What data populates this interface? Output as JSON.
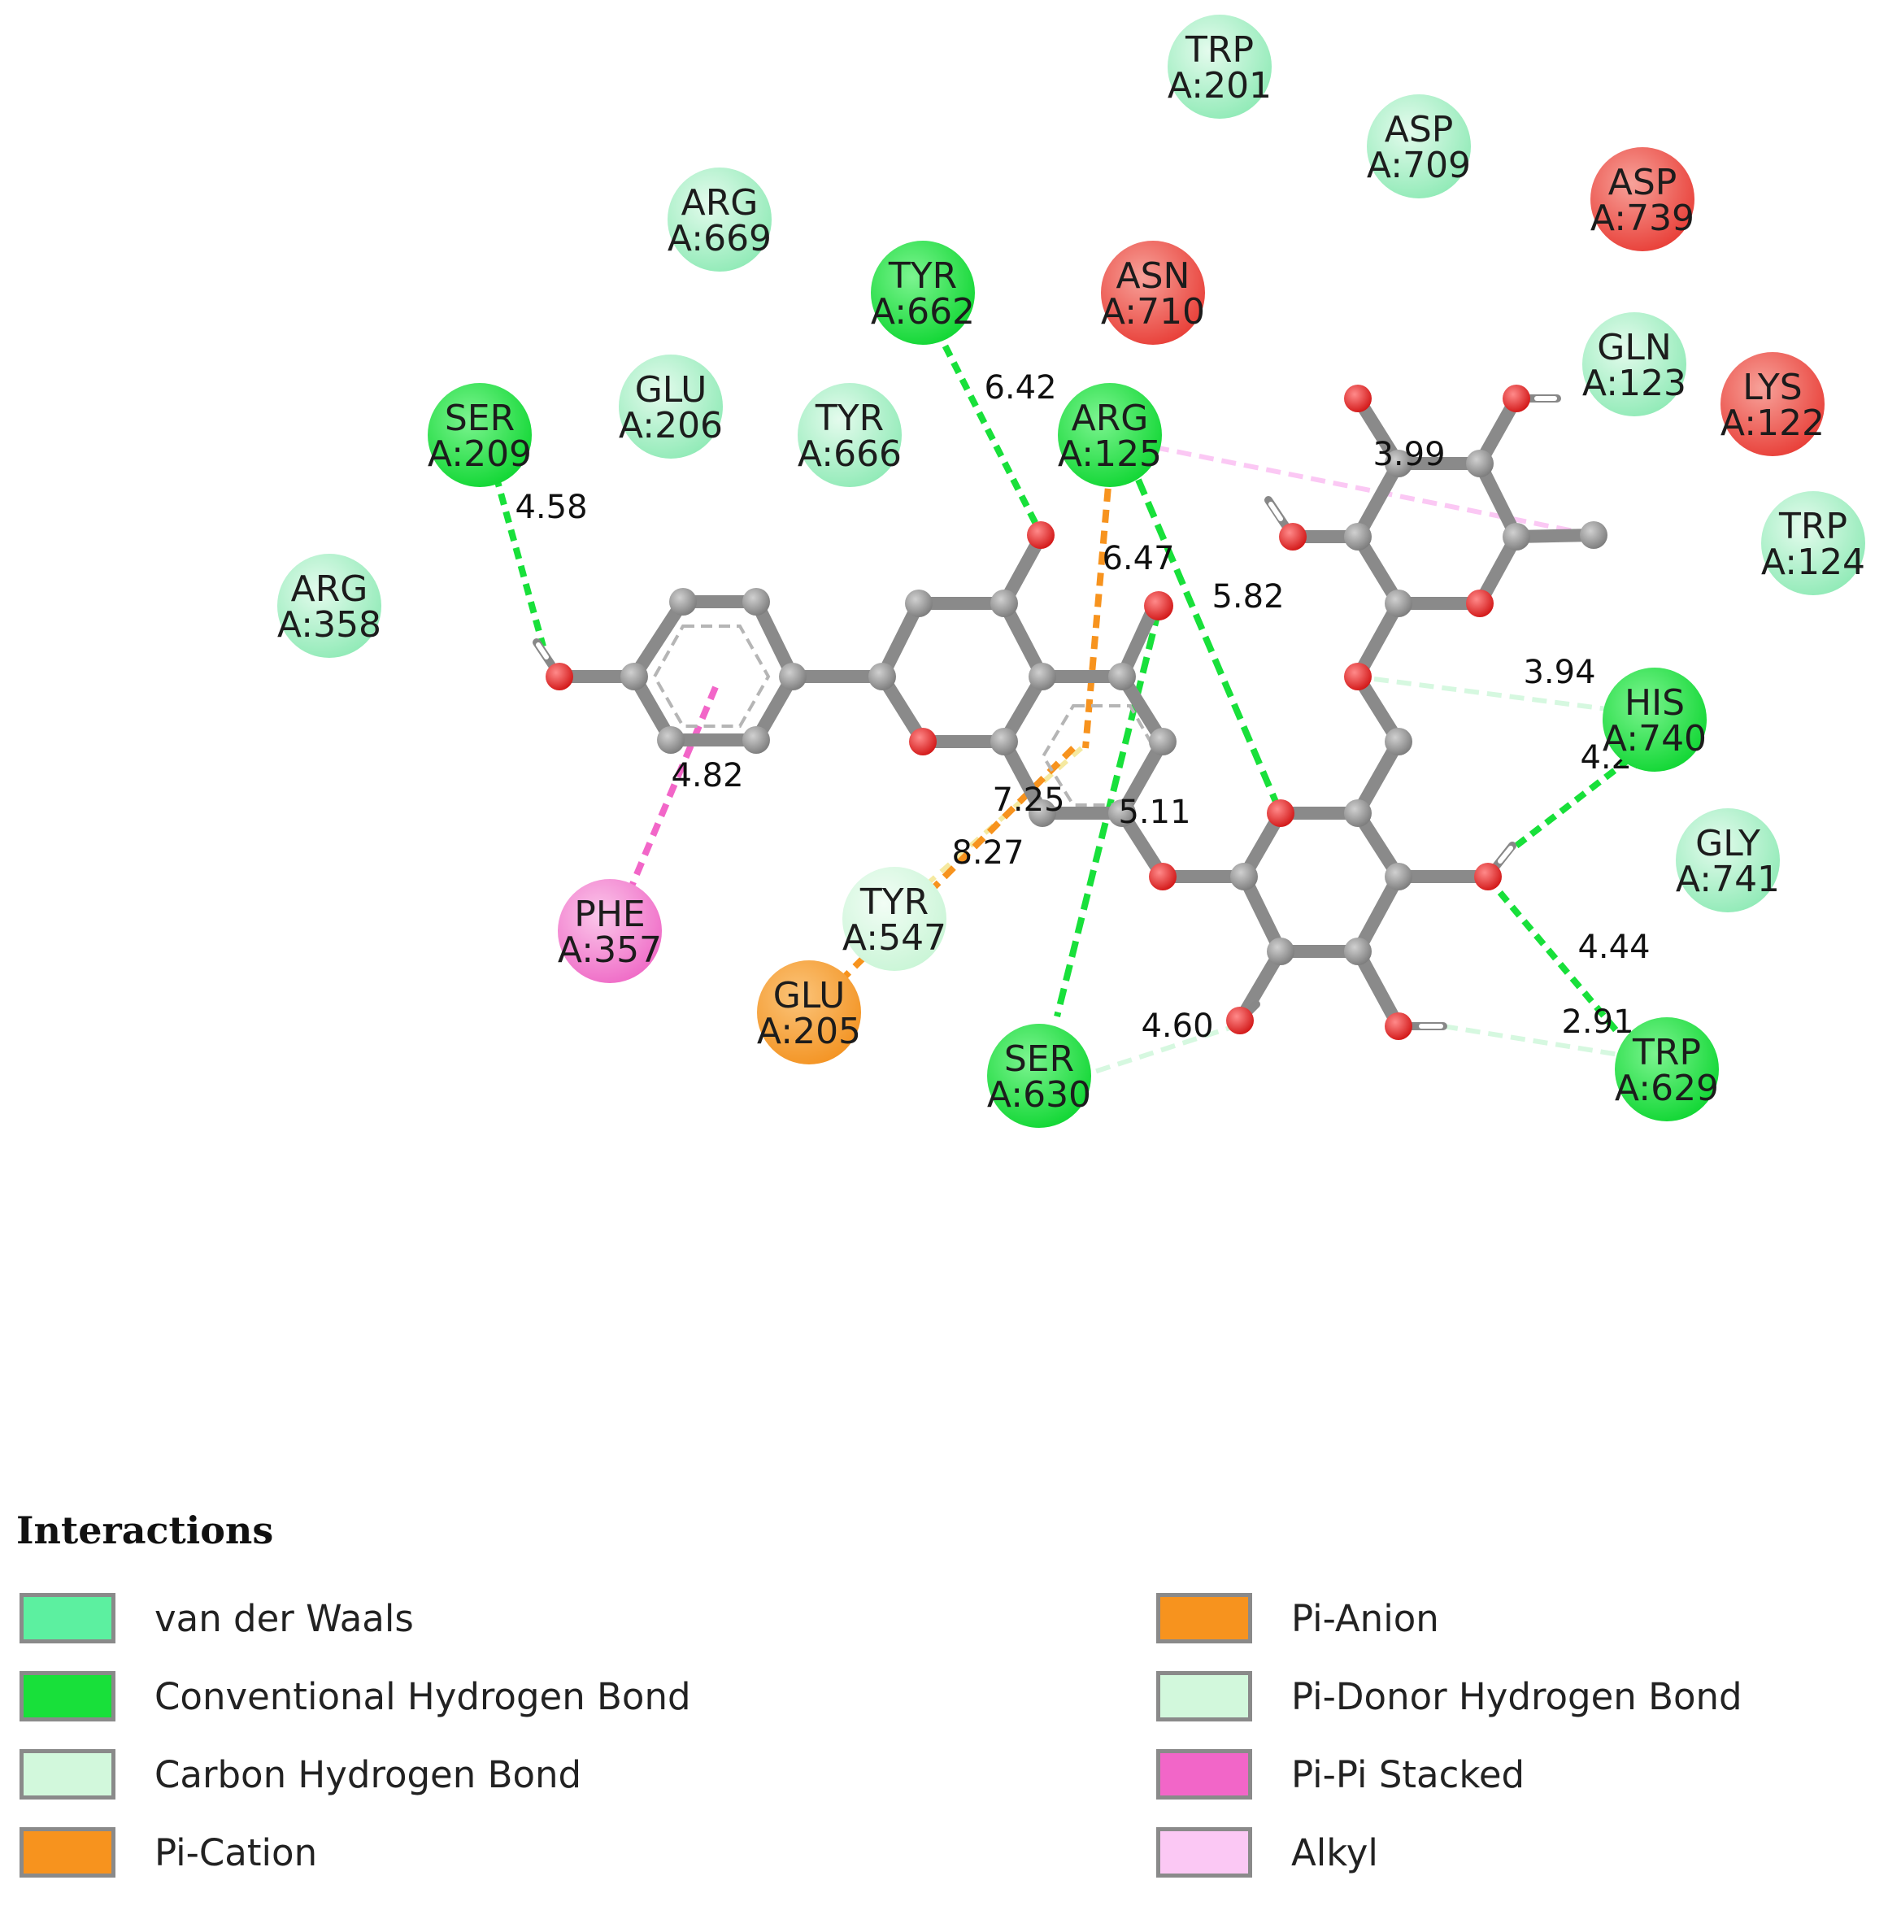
{
  "colors": {
    "van_der_waals": "#a8f0c4",
    "conventional_hbond": "#18e03a",
    "carbon_hbond": "#d6f8e0",
    "pi_cation": "#f7931e",
    "pi_donor_hbond": "#d6f8e0",
    "pi_pi_stacked": "#f266c8",
    "alkyl": "#fbc8f4",
    "unfavorable": "#f0524a",
    "atom_carbon": "#8a8a8a",
    "atom_oxygen": "#e01e1e",
    "atom_hydrogen": "#ffffff"
  },
  "residues": [
    {
      "id": "trp201",
      "name": "TRP",
      "chain_pos": "A:201",
      "type": "van_der_waals"
    },
    {
      "id": "asp709",
      "name": "ASP",
      "chain_pos": "A:709",
      "type": "van_der_waals"
    },
    {
      "id": "asp739",
      "name": "ASP",
      "chain_pos": "A:739",
      "type": "unfavorable"
    },
    {
      "id": "arg669",
      "name": "ARG",
      "chain_pos": "A:669",
      "type": "van_der_waals"
    },
    {
      "id": "tyr662",
      "name": "TYR",
      "chain_pos": "A:662",
      "type": "conventional_hbond"
    },
    {
      "id": "asn710",
      "name": "ASN",
      "chain_pos": "A:710",
      "type": "unfavorable"
    },
    {
      "id": "gln123",
      "name": "GLN",
      "chain_pos": "A:123",
      "type": "van_der_waals"
    },
    {
      "id": "lys122",
      "name": "LYS",
      "chain_pos": "A:122",
      "type": "unfavorable"
    },
    {
      "id": "ser209",
      "name": "SER",
      "chain_pos": "A:209",
      "type": "conventional_hbond"
    },
    {
      "id": "glu206",
      "name": "GLU",
      "chain_pos": "A:206",
      "type": "van_der_waals"
    },
    {
      "id": "tyr666",
      "name": "TYR",
      "chain_pos": "A:666",
      "type": "van_der_waals"
    },
    {
      "id": "arg125",
      "name": "ARG",
      "chain_pos": "A:125",
      "type": "conventional_hbond"
    },
    {
      "id": "trp124",
      "name": "TRP",
      "chain_pos": "A:124",
      "type": "van_der_waals"
    },
    {
      "id": "arg358",
      "name": "ARG",
      "chain_pos": "A:358",
      "type": "van_der_waals"
    },
    {
      "id": "his740",
      "name": "HIS",
      "chain_pos": "A:740",
      "type": "conventional_hbond"
    },
    {
      "id": "gly741",
      "name": "GLY",
      "chain_pos": "A:741",
      "type": "van_der_waals"
    },
    {
      "id": "phe357",
      "name": "PHE",
      "chain_pos": "A:357",
      "type": "pi_pi_stacked"
    },
    {
      "id": "tyr547",
      "name": "TYR",
      "chain_pos": "A:547",
      "type": "carbon_hbond"
    },
    {
      "id": "glu205",
      "name": "GLU",
      "chain_pos": "A:205",
      "type": "pi_cation"
    },
    {
      "id": "ser630",
      "name": "SER",
      "chain_pos": "A:630",
      "type": "conventional_hbond"
    },
    {
      "id": "trp629",
      "name": "TRP",
      "chain_pos": "A:629",
      "type": "conventional_hbond"
    }
  ],
  "distances": [
    {
      "id": "d642",
      "value": "6.42",
      "type": "conventional_hbond"
    },
    {
      "id": "d458",
      "value": "4.58",
      "type": "conventional_hbond"
    },
    {
      "id": "d647",
      "value": "6.47",
      "type": "pi_cation"
    },
    {
      "id": "d582",
      "value": "5.82",
      "type": "conventional_hbond"
    },
    {
      "id": "d399",
      "value": "3.99",
      "type": "alkyl"
    },
    {
      "id": "d394",
      "value": "3.94",
      "type": "carbon_hbond"
    },
    {
      "id": "d421",
      "value": "4.21",
      "type": "conventional_hbond"
    },
    {
      "id": "d482",
      "value": "4.82",
      "type": "pi_pi_stacked"
    },
    {
      "id": "d725",
      "value": "7.25",
      "type": "pi_donor_hbond"
    },
    {
      "id": "d511",
      "value": "5.11",
      "type": "conventional_hbond"
    },
    {
      "id": "d827",
      "value": "8.27",
      "type": "pi_cation"
    },
    {
      "id": "d444",
      "value": "4.44",
      "type": "conventional_hbond"
    },
    {
      "id": "d291",
      "value": "2.91",
      "type": "carbon_hbond"
    },
    {
      "id": "d460",
      "value": "4.60",
      "type": "carbon_hbond"
    }
  ],
  "legend": {
    "title": "Interactions",
    "items": [
      {
        "label": "van der Waals",
        "color": "#5cf0a0"
      },
      {
        "label": "Conventional Hydrogen Bond",
        "color": "#18e03a"
      },
      {
        "label": "Carbon Hydrogen Bond",
        "color": "#d2f8dc"
      },
      {
        "label": "Pi-Cation",
        "color": "#f7931e"
      },
      {
        "label": "Pi-Anion",
        "color": "#f7931e"
      },
      {
        "label": "Pi-Donor Hydrogen Bond",
        "color": "#d2f8dc"
      },
      {
        "label": "Pi-Pi Stacked",
        "color": "#f266c8"
      },
      {
        "label": "Alkyl",
        "color": "#fbc8f4"
      }
    ]
  }
}
